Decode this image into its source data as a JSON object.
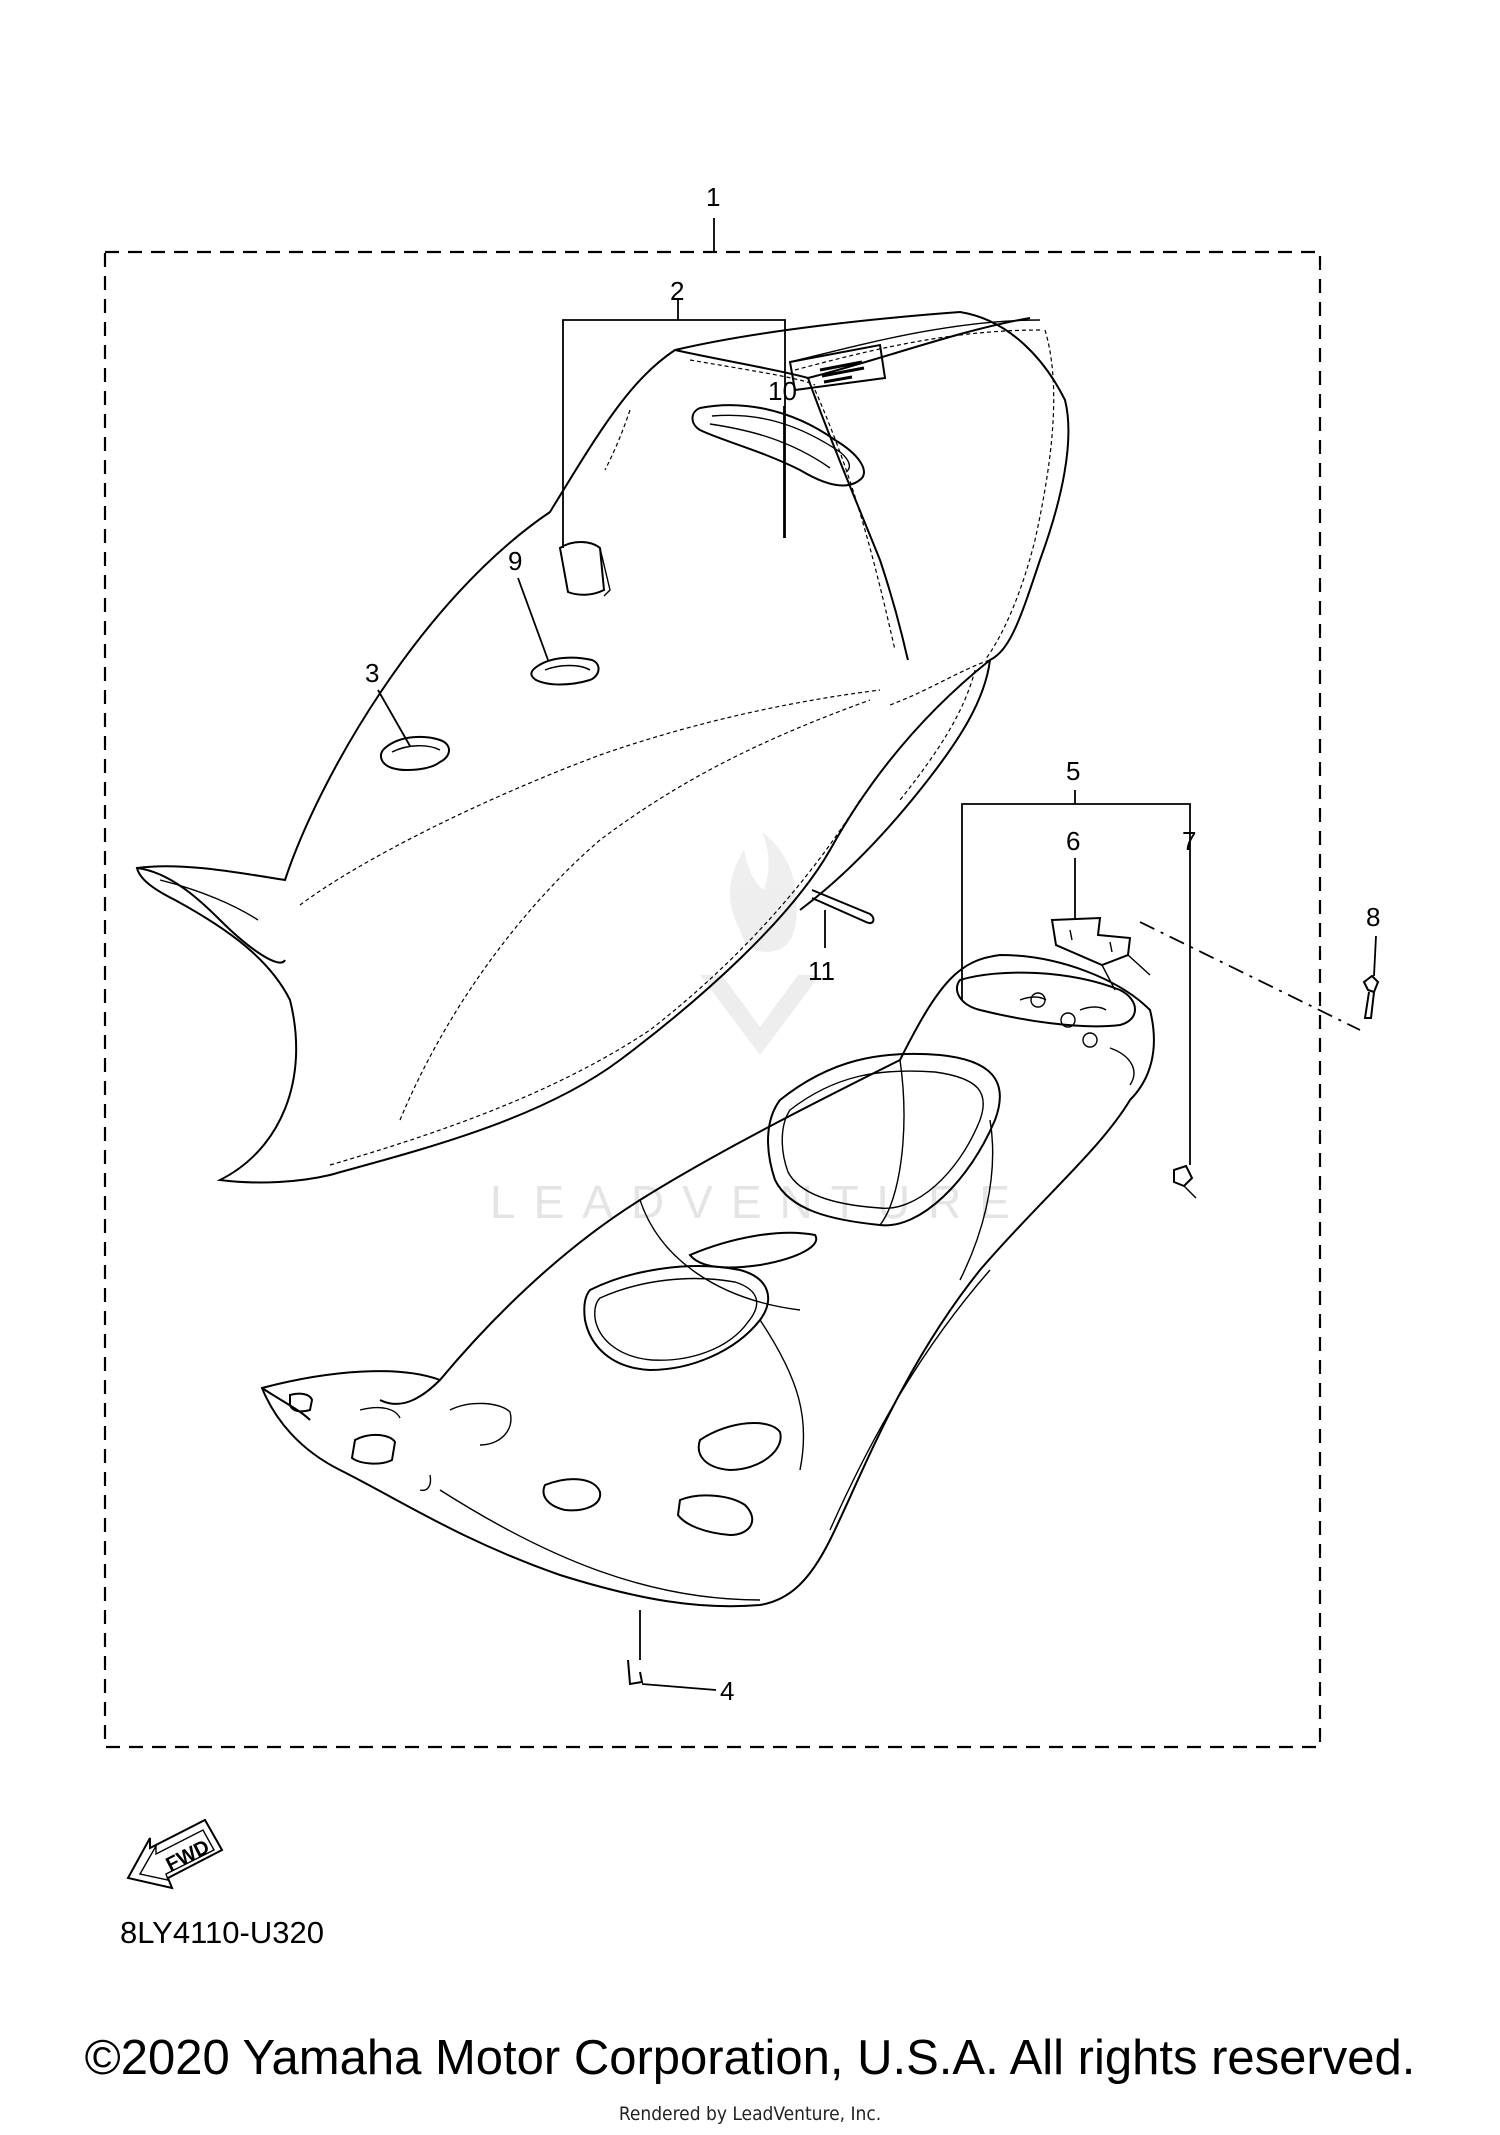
{
  "diagram": {
    "code": "8LY4110-U320",
    "fwd_badge": "FWD",
    "watermark": "LEADVENTURE",
    "copyright": "©2020 Yamaha Motor Corporation, U.S.A. All rights reserved.",
    "rendered_by": "Rendered by LeadVenture, Inc."
  },
  "callouts": [
    {
      "id": "1",
      "text": "1"
    },
    {
      "id": "2",
      "text": "2"
    },
    {
      "id": "3",
      "text": "3"
    },
    {
      "id": "4",
      "text": "4"
    },
    {
      "id": "5",
      "text": "5"
    },
    {
      "id": "6",
      "text": "6"
    },
    {
      "id": "7",
      "text": "7"
    },
    {
      "id": "8",
      "text": "8"
    },
    {
      "id": "9",
      "text": "9"
    },
    {
      "id": "10",
      "text": "10"
    },
    {
      "id": "11",
      "text": "11"
    }
  ],
  "colors": {
    "line": "#000000",
    "background": "#ffffff",
    "watermark": "#e2e2e2"
  }
}
